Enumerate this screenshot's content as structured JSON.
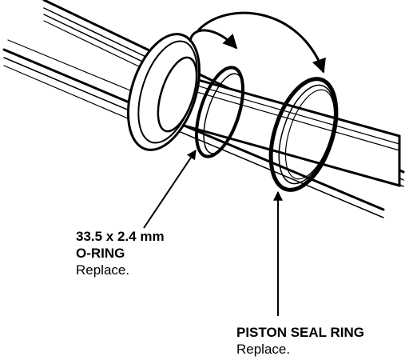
{
  "callouts": {
    "oring": {
      "size": "33.5 x 2.4 mm",
      "name": "O-RING",
      "action": "Replace."
    },
    "piston_seal": {
      "name": "PISTON SEAL RING",
      "action": "Replace."
    }
  },
  "colors": {
    "ink": "#000000",
    "paper": "#ffffff"
  }
}
